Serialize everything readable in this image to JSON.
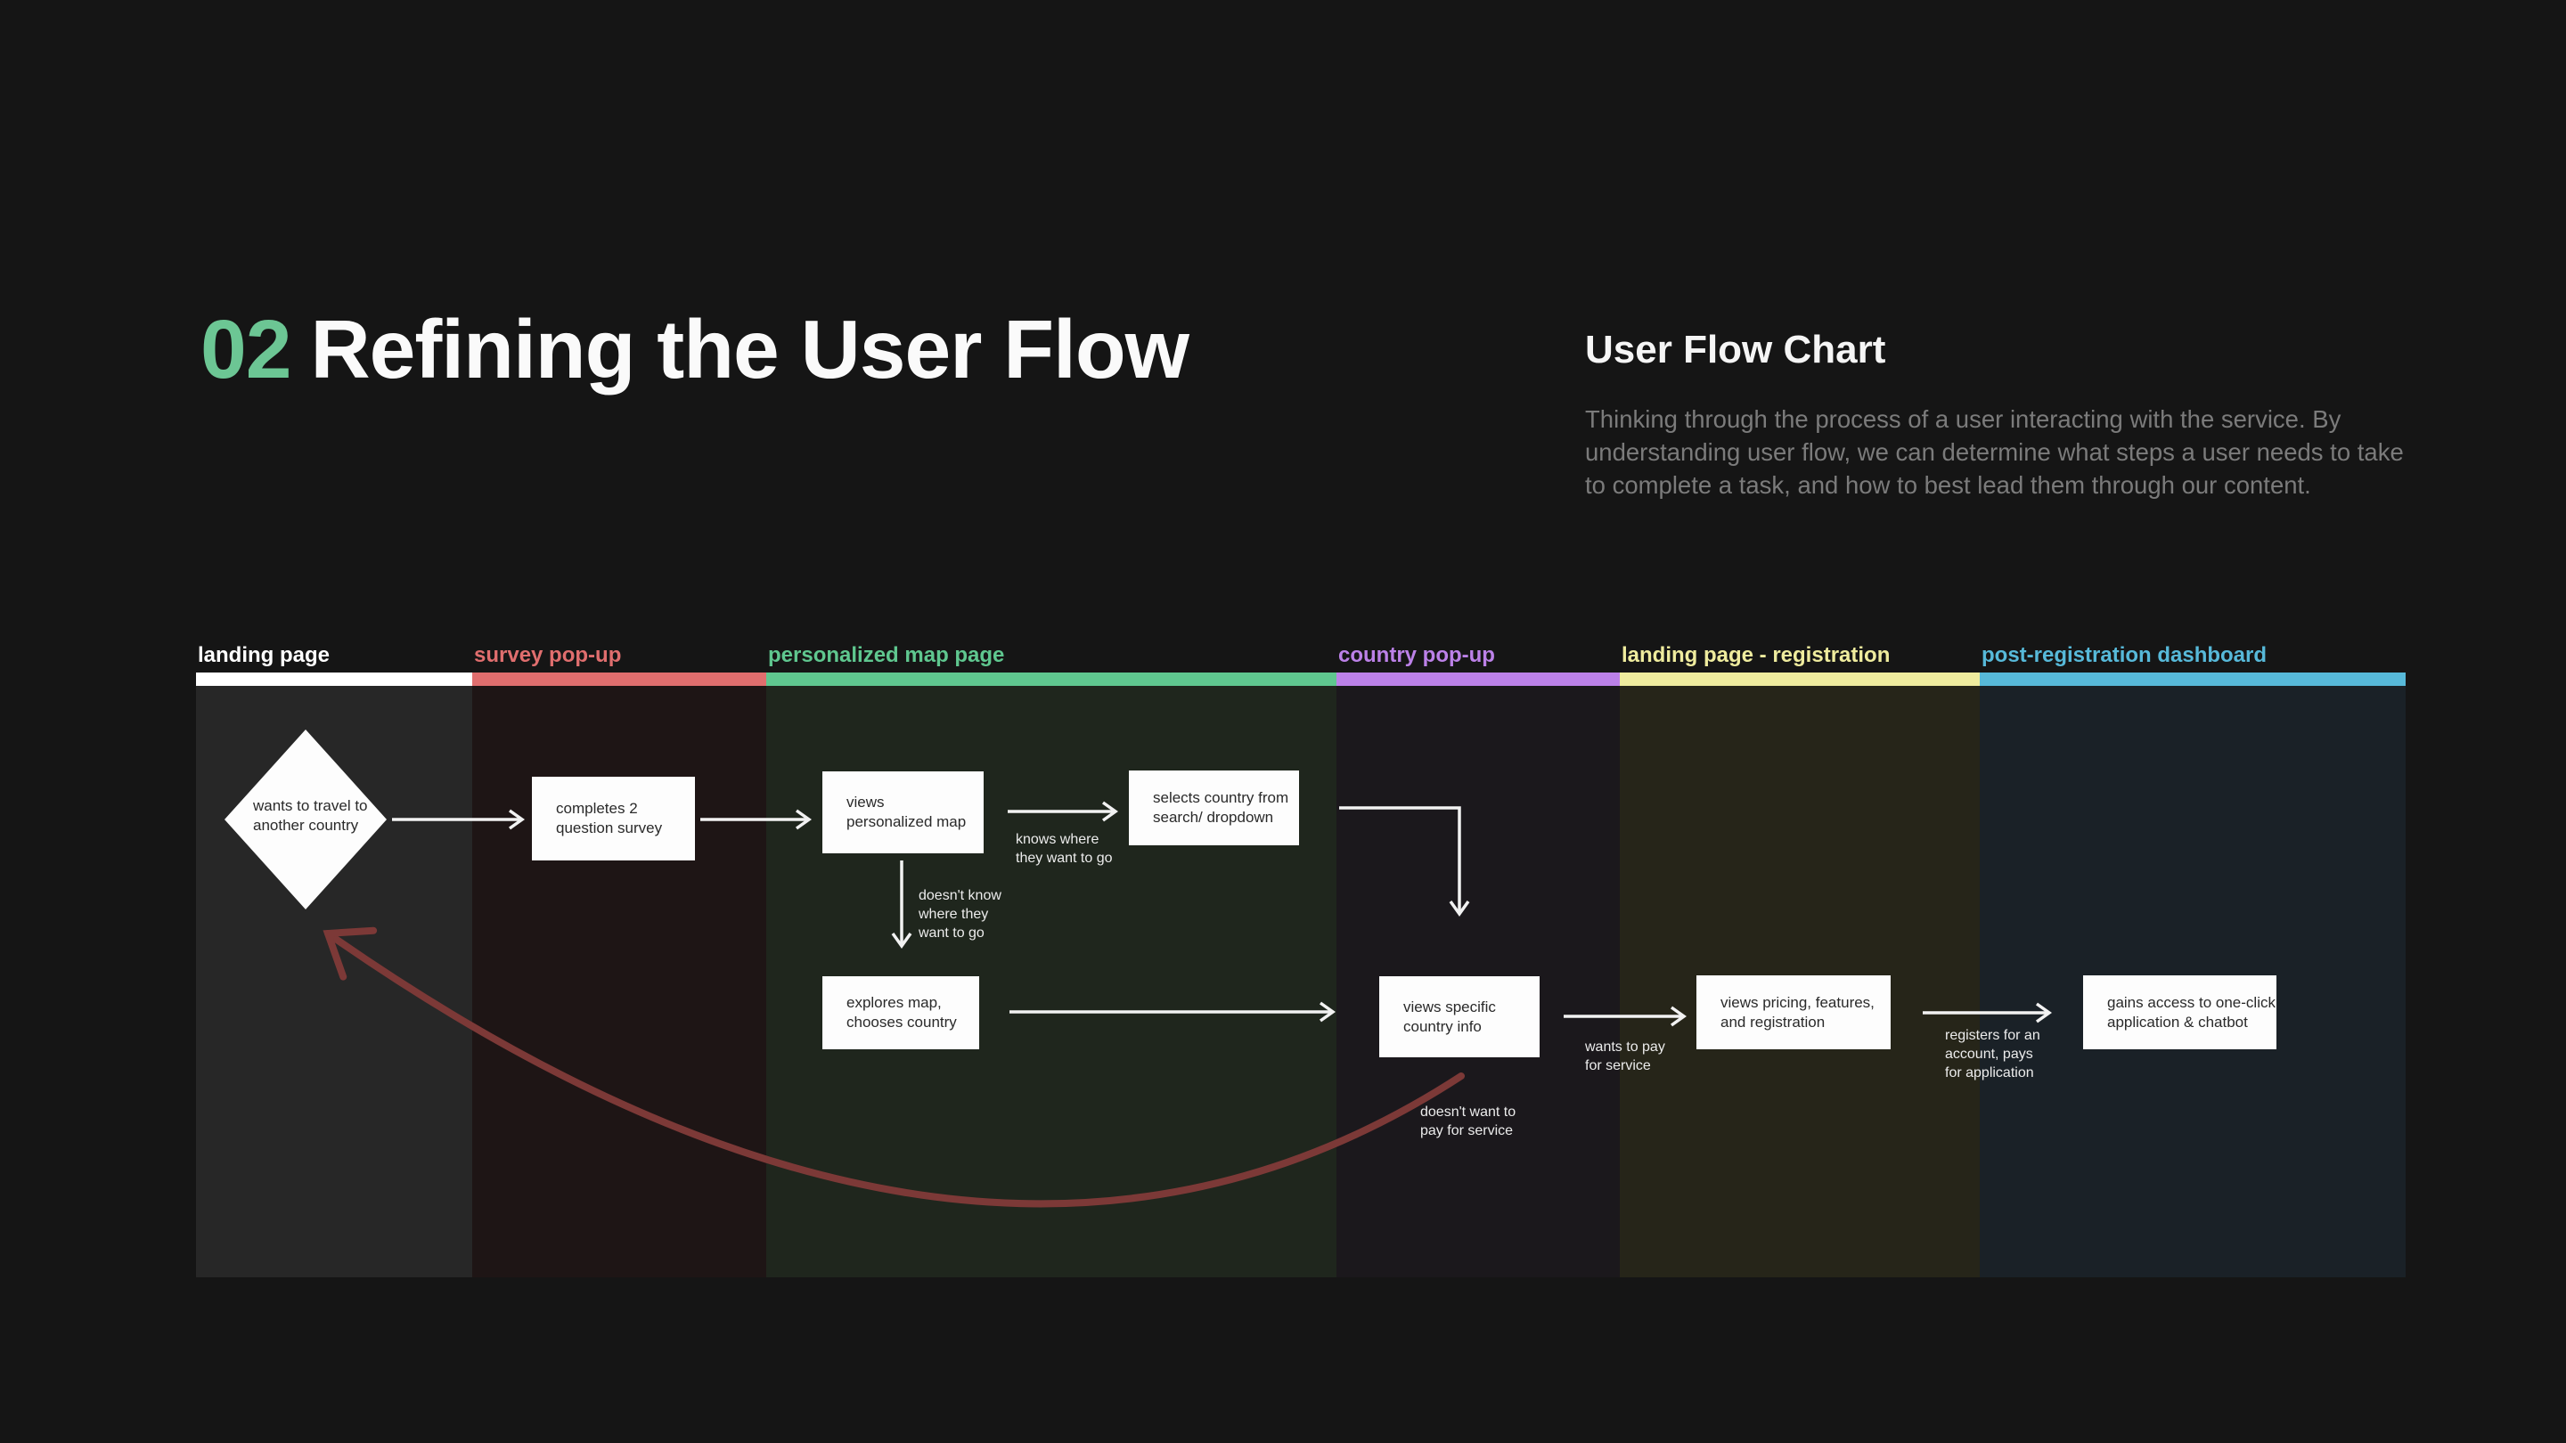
{
  "slide": {
    "number": "02",
    "title": "Refining the User Flow"
  },
  "panel": {
    "heading": "User Flow Chart",
    "description": "Thinking through the process of a user interacting with the service. By understanding user flow, we can determine what steps a user needs to take to complete a task, and how to best lead them through our content."
  },
  "colors": {
    "slide_number_accent": "#6cc694",
    "flow_arrow": "#f2f2f2",
    "return_arrow": "#7c3937",
    "node_fill": "#fdfdfd"
  },
  "chart": {
    "columns": [
      {
        "label": "landing page",
        "color": "#ffffff",
        "bg": "#272727"
      },
      {
        "label": "survey pop-up",
        "color": "#e06e6e",
        "bg": "#1e1515"
      },
      {
        "label": "personalized map page",
        "color": "#5fc78f",
        "bg": "#1f261d"
      },
      {
        "label": "country pop-up",
        "color": "#bc81e8",
        "bg": "#1b181c"
      },
      {
        "label": "landing page - registration",
        "color": "#efec9e",
        "bg": "#262519"
      },
      {
        "label": "post-registration dashboard",
        "color": "#57b9d9",
        "bg": "#1a2127"
      }
    ],
    "nodes": {
      "start": "wants to travel to\nanother country",
      "survey": "completes 2\nquestion survey",
      "views_map": "views\npersonalized map",
      "selects_country": "selects country from\nsearch/ dropdown",
      "explores_map": "explores map,\nchooses country",
      "country_info": "views specific\ncountry info",
      "pricing": "views pricing, features,\nand registration",
      "access": "gains access to one-click\napplication & chatbot"
    },
    "edge_labels": {
      "knows": "knows where\nthey want to go",
      "doesnt_know": "doesn't know\nwhere they\nwant to go",
      "wants_pay": "wants to pay\nfor service",
      "registers": "registers for an\naccount, pays\nfor application",
      "doesnt_pay": "doesn't want to\npay for service"
    }
  }
}
